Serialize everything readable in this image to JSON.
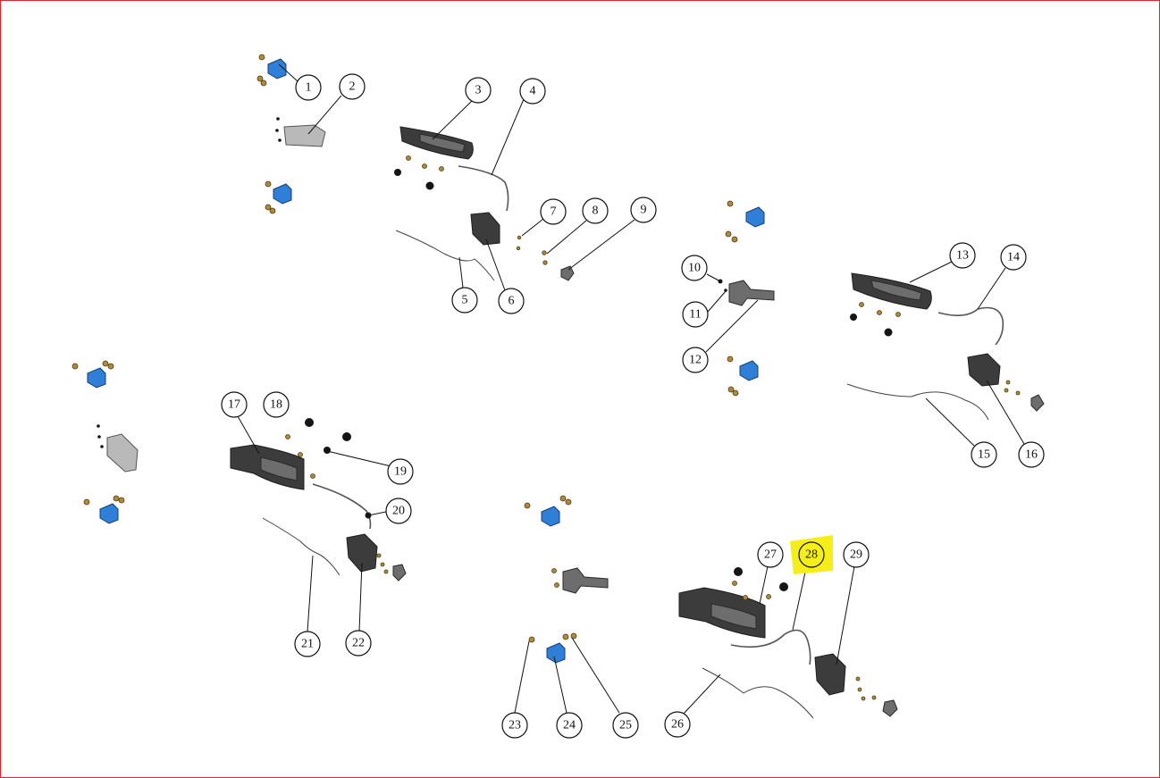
{
  "diagram": {
    "frame_color": "#e0262c",
    "highlight_color": "#f6ee18",
    "highlighted_callout": "28",
    "callouts": [
      "1",
      "2",
      "3",
      "4",
      "5",
      "6",
      "7",
      "8",
      "9",
      "10",
      "11",
      "12",
      "13",
      "14",
      "15",
      "16",
      "17",
      "18",
      "19",
      "20",
      "21",
      "22",
      "23",
      "24",
      "25",
      "26",
      "27",
      "28",
      "29"
    ]
  }
}
